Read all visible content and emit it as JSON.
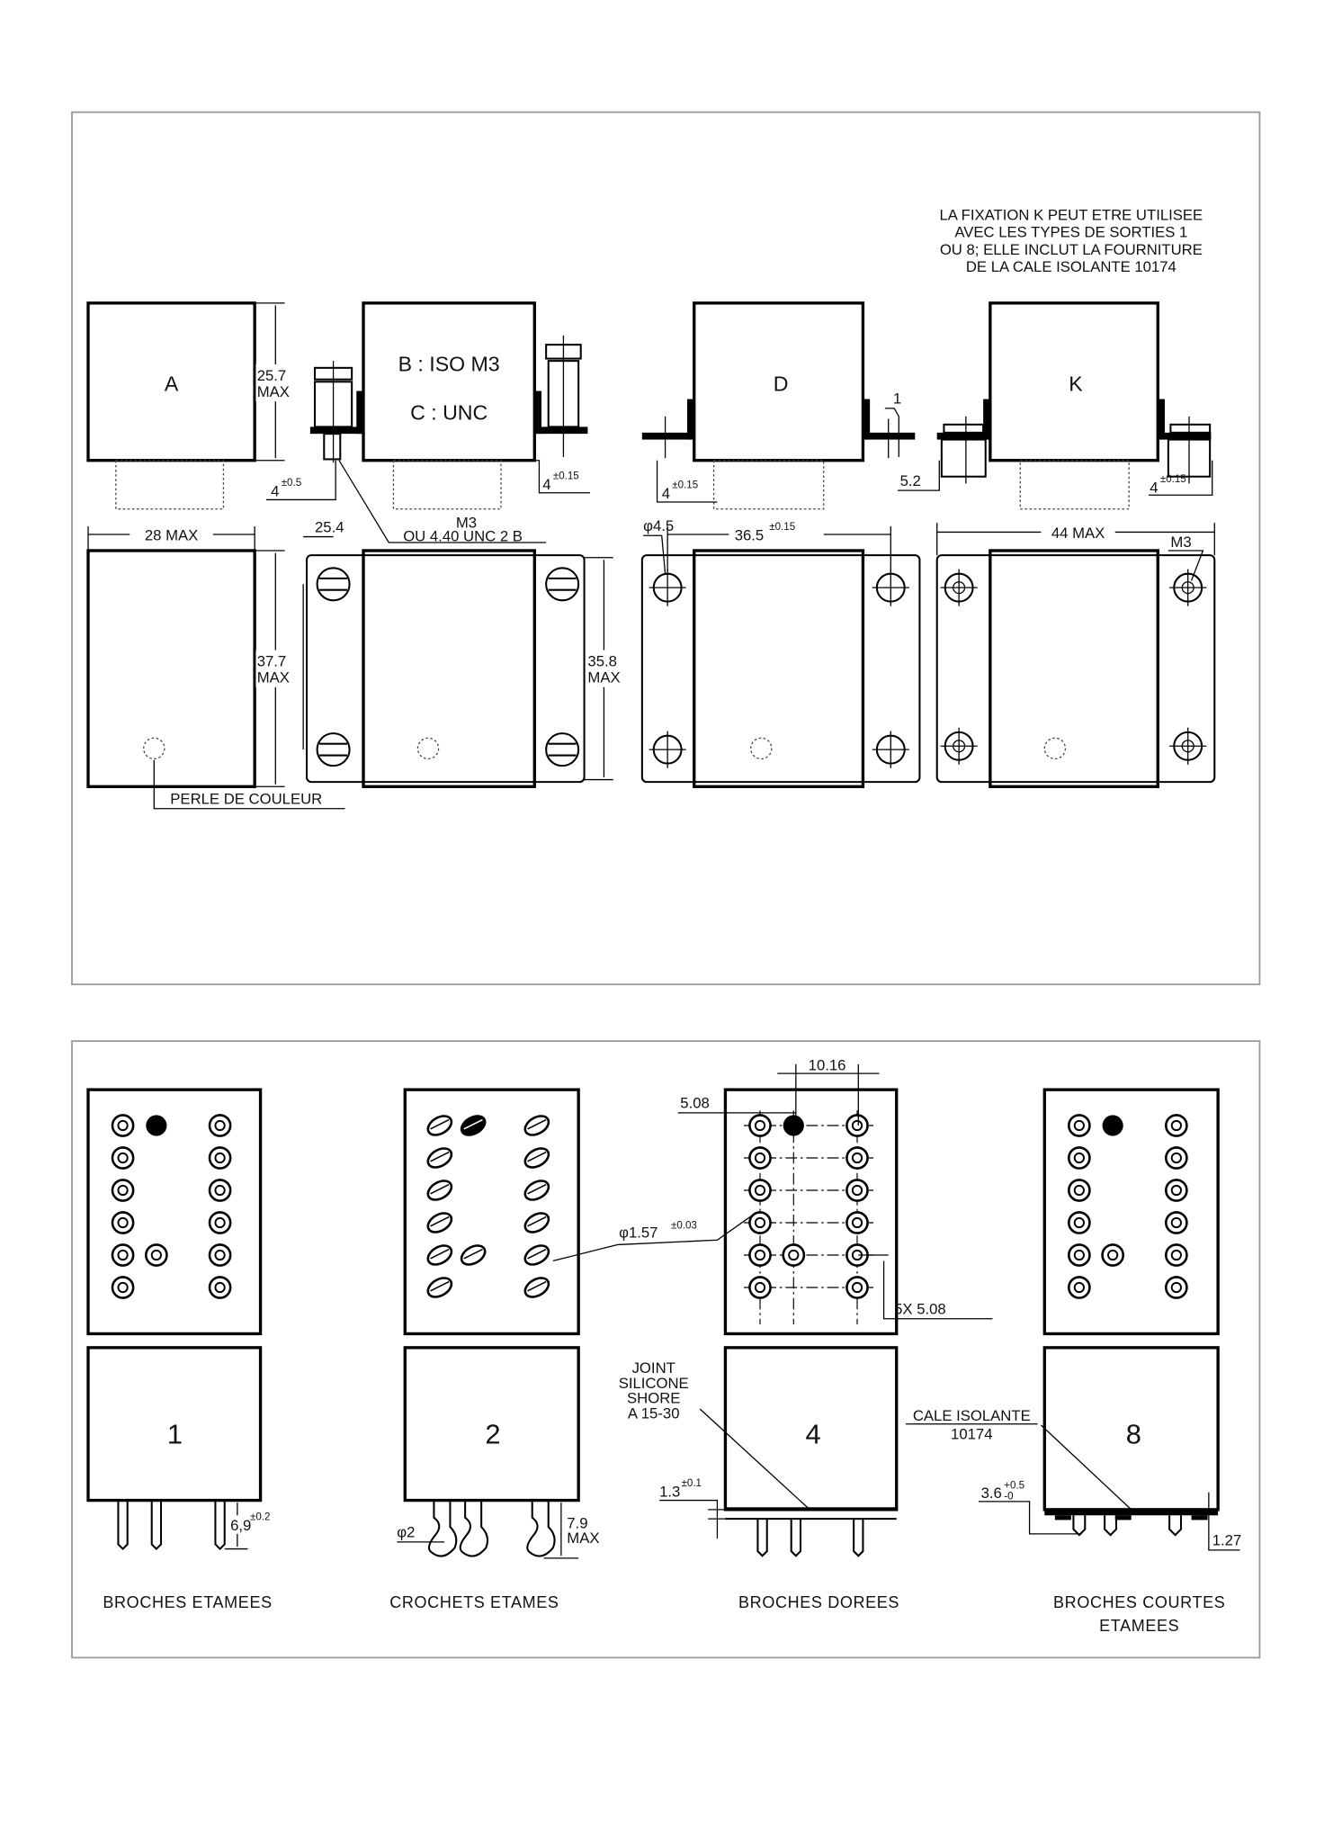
{
  "top_panel": {
    "note": [
      "LA FIXATION K PEUT ETRE UTILISEE",
      "AVEC LES TYPES DE SORTIES 1",
      "OU 8; ELLE INCLUT LA FOURNITURE",
      "DE LA CALE ISOLANTE 10174"
    ],
    "view_a": {
      "label": "A",
      "height": "25.7",
      "height_max": "MAX",
      "width": "28  MAX",
      "depth": "37.7",
      "depth_max": "MAX",
      "bead": "PERLE DE COULEUR"
    },
    "view_bc": {
      "label_b": "B : ISO M3",
      "label_c": "C : UNC",
      "stud_len": "4",
      "stud_tol": "±0.5",
      "flange": "4",
      "flange_tol": "±0.15",
      "pitch": "25.4",
      "thread": "M3",
      "thread_alt": "OU 4.40 UNC 2 B",
      "depth": "35.8",
      "depth_max": "MAX"
    },
    "view_d": {
      "label": "D",
      "thickness": "1",
      "flange": "4",
      "flange_tol": "±0.15",
      "hole": "φ4.5",
      "pitch": "36.5",
      "pitch_tol": "±0.15"
    },
    "view_k": {
      "label": "K",
      "height": "5.2",
      "flange": "4",
      "flange_tol": "±0.15",
      "width": "44  MAX",
      "thread": "M3"
    }
  },
  "bottom_panel": {
    "outputs": [
      {
        "label": "1",
        "caption": "BROCHES ETAMEES",
        "dim": "6,9",
        "dim_tol": "±0.2"
      },
      {
        "label": "2",
        "caption": "CROCHETS ETAMES",
        "hook": "φ2",
        "dim": "7.9",
        "dim_max": "MAX"
      },
      {
        "label": "4",
        "caption": "BROCHES DOREES",
        "pitch_x": "10.16",
        "offset": "5.08",
        "pin_dia": "φ1.57",
        "pin_dia_tol": "±0.03",
        "pitch_y": "5X 5.08",
        "joint": [
          "JOINT",
          "SILICONE",
          "SHORE",
          "A 15-30"
        ],
        "gap": "1.3",
        "gap_tol": "±0.1"
      },
      {
        "label": "8",
        "caption": [
          "BROCHES COURTES",
          "ETAMEES"
        ],
        "shim": [
          "CALE ISOLANTE",
          "10174"
        ],
        "height": "3.6",
        "height_tol_plus": "+0.5",
        "height_tol_minus": "-0",
        "edge": "1.27"
      }
    ]
  }
}
